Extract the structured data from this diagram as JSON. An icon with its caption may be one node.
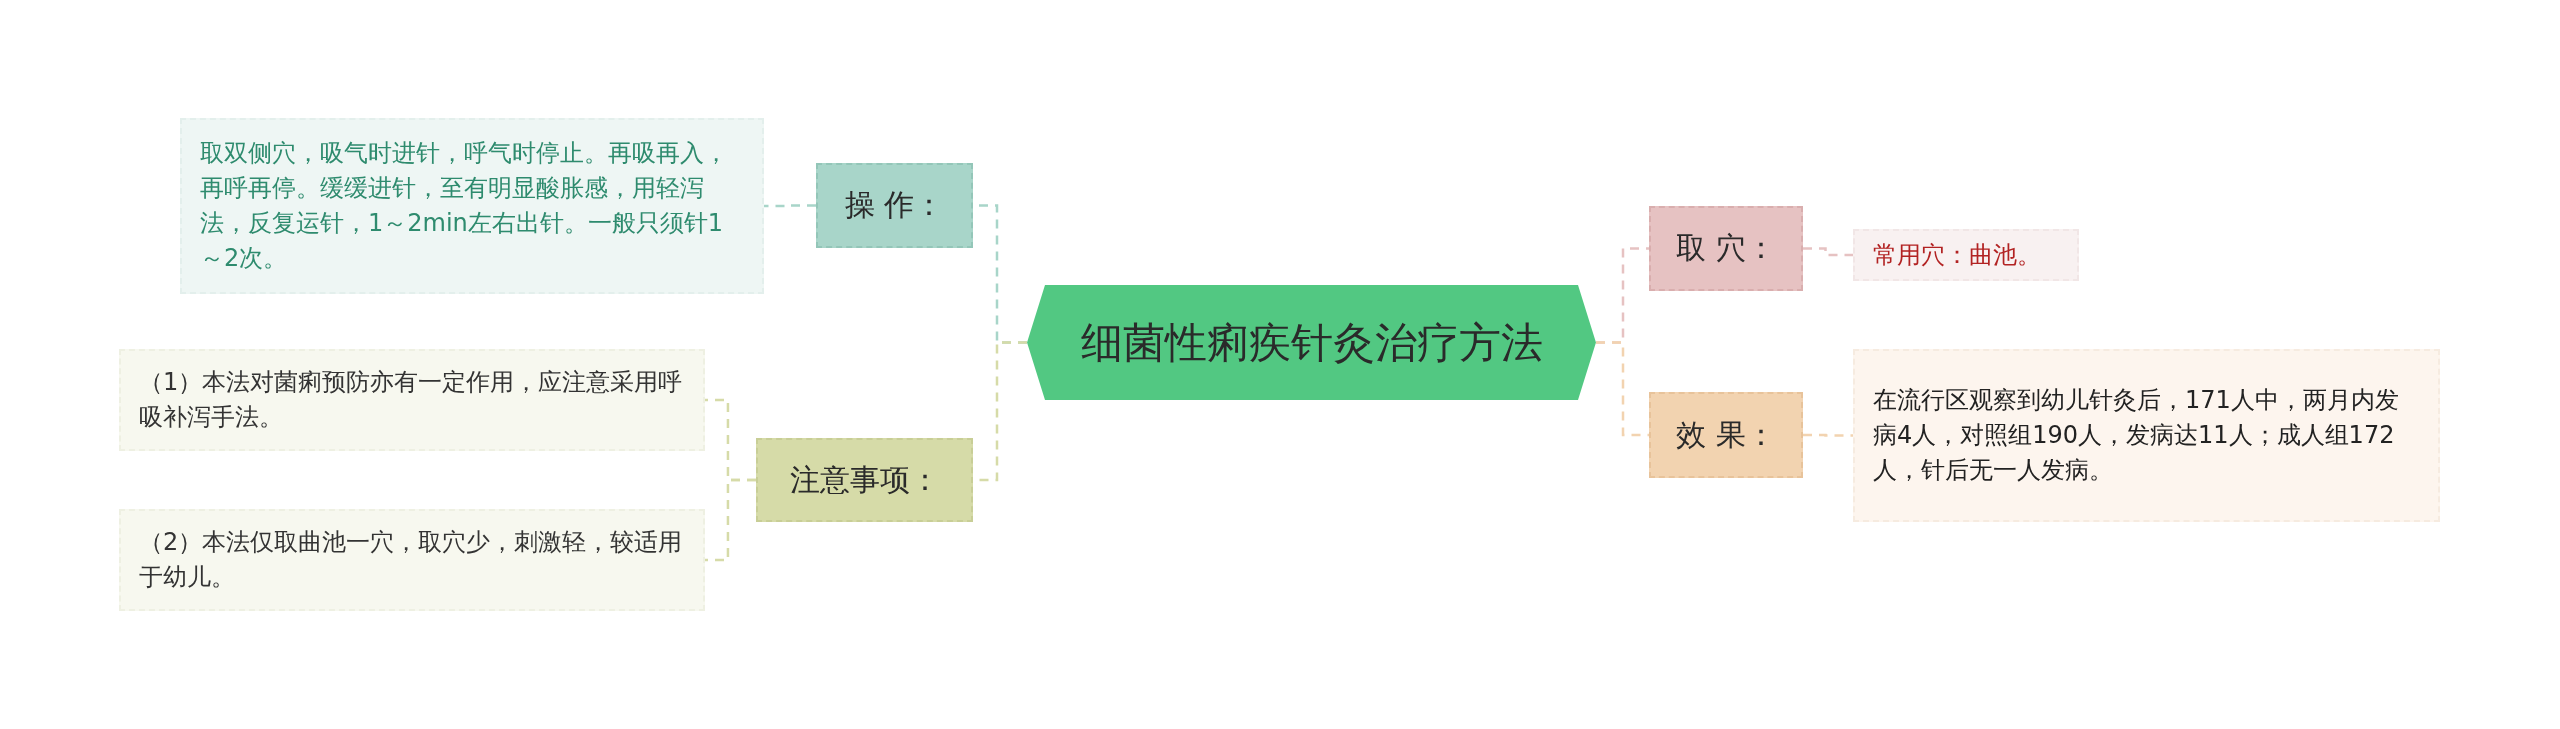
{
  "diagram": {
    "nodes": [
      {
        "text": [
          "细菌性痢疾针灸治疗方法"
        ]
      },
      {
        "text": [
          "操 作："
        ]
      },
      {
        "text": [
          "取双侧穴，吸气时进针，呼气时停止。再吸再入，再呼再停。缓缓进针，至有明显酸胀感，用轻泻法，反复运针，1～2min左右出针。一般只须针1～2次。"
        ]
      },
      {
        "text": [
          "注意事项："
        ]
      },
      {
        "text": [
          "（1）本法对菌痢预防亦有一定作用，应注意采用呼吸补泻手法。"
        ]
      },
      {
        "text": [
          "（2）本法仅取曲池一穴，取穴少，刺激轻，较适用于幼儿。"
        ]
      },
      {
        "text": [
          "取 穴："
        ]
      },
      {
        "text": [
          "常用穴：曲池。"
        ]
      },
      {
        "text": [
          "效 果："
        ]
      },
      {
        "text": [
          "在流行区观察到幼儿针灸后，171人中，两月内发病4人，对照组190人，发病达11人；成人组172人，针后无一人发病。"
        ]
      }
    ],
    "edges": [
      {
        "from": 0,
        "to": 1,
        "arrow": "none",
        "style": "dashed",
        "color": "#a8d5c9"
      },
      {
        "from": 1,
        "to": 2,
        "arrow": "none",
        "style": "dashed",
        "color": "#a8d5c9"
      },
      {
        "from": 0,
        "to": 3,
        "arrow": "none",
        "style": "dashed",
        "color": "#d6dba8"
      },
      {
        "from": 3,
        "to": 4,
        "arrow": "none",
        "style": "dashed",
        "color": "#d6dba8"
      },
      {
        "from": 3,
        "to": 5,
        "arrow": "none",
        "style": "dashed",
        "color": "#d6dba8"
      },
      {
        "from": 0,
        "to": 6,
        "arrow": "none",
        "style": "dashed",
        "color": "#e6c2c2"
      },
      {
        "from": 6,
        "to": 7,
        "arrow": "none",
        "style": "dashed",
        "color": "#e6c2c2"
      },
      {
        "from": 0,
        "to": 8,
        "arrow": "none",
        "style": "dashed",
        "color": "#f2d3b0"
      },
      {
        "from": 8,
        "to": 9,
        "arrow": "none",
        "style": "dashed",
        "color": "#f2d3b0"
      }
    ]
  }
}
